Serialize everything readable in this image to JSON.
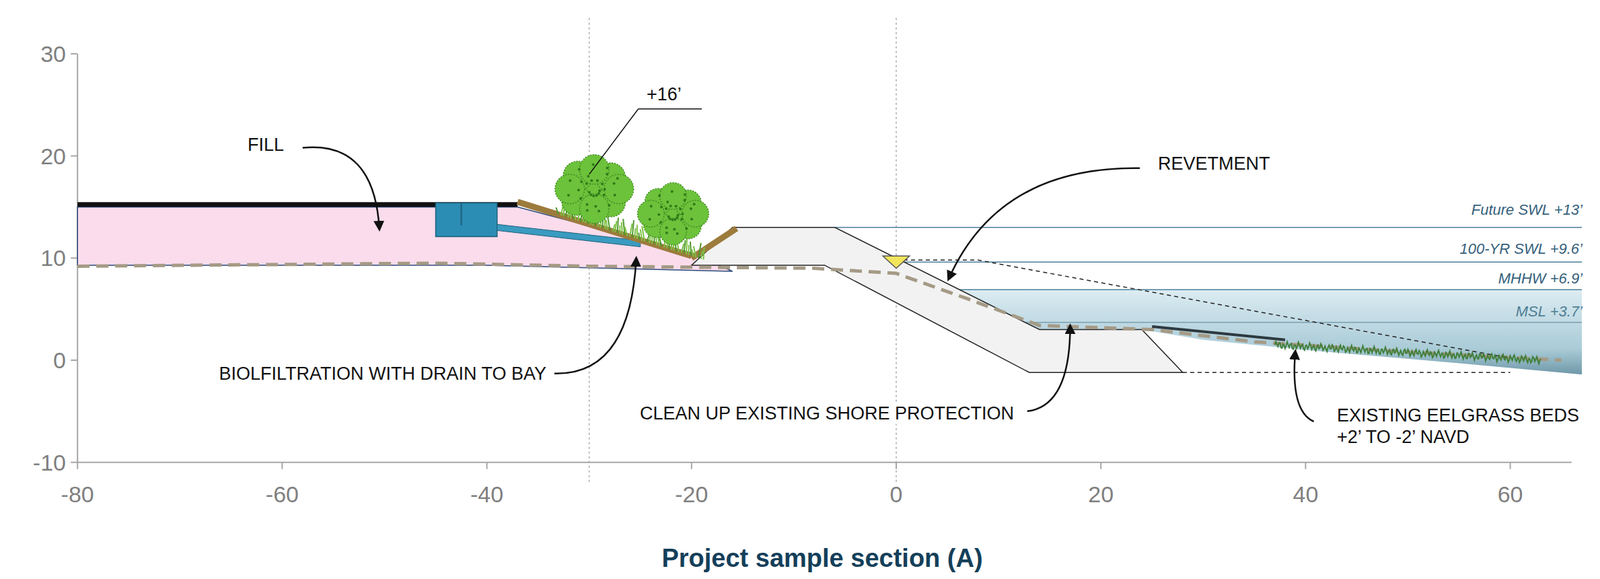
{
  "diagram": {
    "caption": "Project sample section (A)",
    "labels": [
      "30",
      "+16’",
      "20",
      "FILL",
      "REVETMENT",
      "Future SWL +13’",
      "10",
      "100-YR SWL +9.6’",
      "MHHW +6.9’",
      "MSL +3.7’",
      "0",
      "BIOLFILTRATION WITH DRAIN TO BAY",
      "CLEAN UP EXISTING SHORE PROTECTION",
      "EXISTING EELGRASS BEDS +2’ TO -2’ NAVD",
      "-10",
      "-80",
      "-60",
      "-40",
      "-20",
      "0",
      "20",
      "40",
      "60"
    ]
  }
}
